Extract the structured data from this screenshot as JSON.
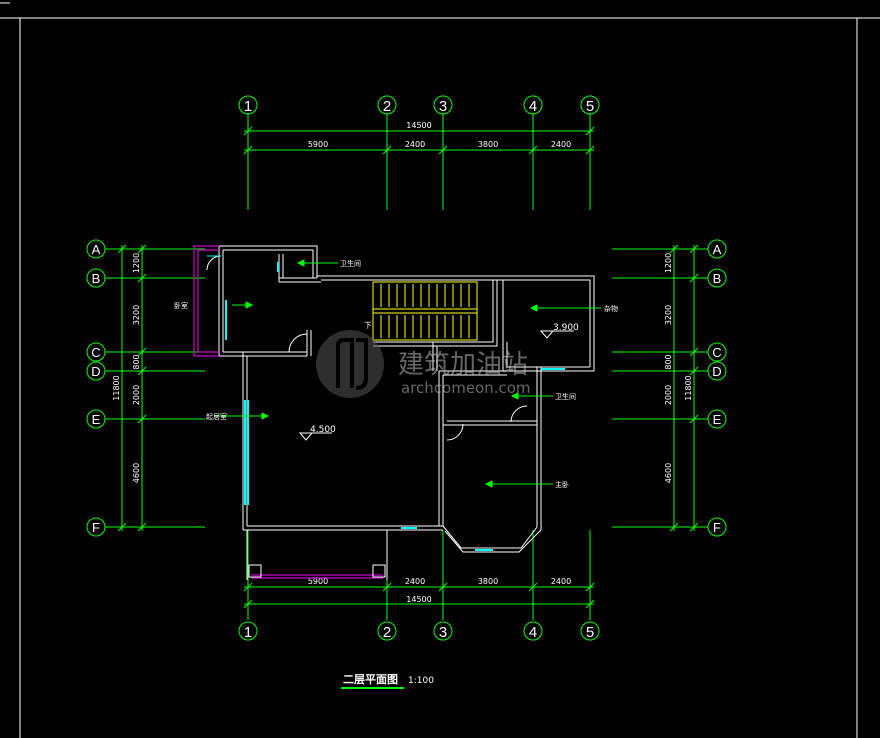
{
  "axes_top": [
    "1",
    "2",
    "3",
    "4",
    "5"
  ],
  "axes_side": [
    "A",
    "B",
    "C",
    "D",
    "E",
    "F"
  ],
  "dims_top": {
    "total": "14500",
    "segments": [
      "5900",
      "2400",
      "3800",
      "2400"
    ]
  },
  "dims_bottom": {
    "total": "14500",
    "segments": [
      "5900",
      "2400",
      "3800",
      "2400"
    ]
  },
  "dims_side": {
    "total": "11800",
    "segments": [
      "1200",
      "3200",
      "800",
      "2000",
      "4600"
    ]
  },
  "levels": {
    "main": "4.500",
    "side": "3.900"
  },
  "room_labels": {
    "toilet": "卫生间",
    "storage": "杂物",
    "hall": "起居室",
    "bathroom": "卫生间",
    "bedroom_right": "主卧",
    "bedroom_left": "卧室"
  },
  "stair_label": "下",
  "title": {
    "text": "二层平面图",
    "scale": "1:100"
  },
  "watermark": {
    "cn": "建筑加油站",
    "en": "archcomeon.com"
  },
  "colors": {
    "background": "#000000",
    "axis": "#00ff00",
    "wall": "#ffffff",
    "window": "#00ffff",
    "stair": "#ffff00",
    "railing": "#cc00cc",
    "title_underline": "#00ff00"
  }
}
